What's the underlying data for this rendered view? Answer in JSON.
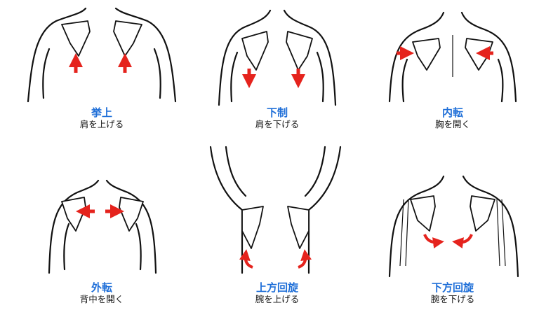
{
  "colors": {
    "title": "#1f6fd8",
    "arrow": "#e5231d",
    "line": "#111111"
  },
  "panels": [
    {
      "title": "挙上",
      "subtitle": "肩を上げる",
      "arrow": "up"
    },
    {
      "title": "下制",
      "subtitle": "肩を下げる",
      "arrow": "down"
    },
    {
      "title": "内転",
      "subtitle": "胸を開く",
      "arrow": "inward"
    },
    {
      "title": "外転",
      "subtitle": "背中を開く",
      "arrow": "outward"
    },
    {
      "title": "上方回旋",
      "subtitle": "腕を上げる",
      "arrow": "rotate-up"
    },
    {
      "title": "下方回旋",
      "subtitle": "腕を下げる",
      "arrow": "rotate-down"
    }
  ]
}
